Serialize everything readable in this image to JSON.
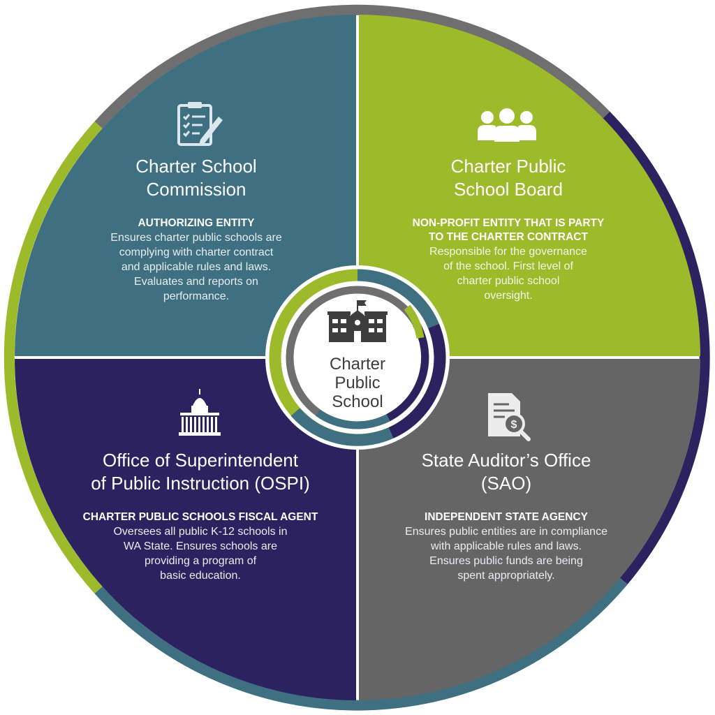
{
  "colors": {
    "teal": "#3e7082",
    "green": "#9cba2a",
    "navy": "#2d2260",
    "gray": "#656565",
    "ring_gray": "#6f6f6f",
    "ring_teal": "#3e7082",
    "center_text": "#3d3d3d"
  },
  "center": {
    "label": "Charter\nPublic\nSchool",
    "icon": "school-building-icon"
  },
  "quadrants": {
    "top_left": {
      "icon": "clipboard-checklist-icon",
      "title": "Charter School\nCommission",
      "subtitle": "AUTHORIZING ENTITY",
      "description": "Ensures charter public schools are\ncomplying with charter contract\nand applicable rules and laws.\nEvaluates and reports on\nperformance."
    },
    "top_right": {
      "icon": "people-group-icon",
      "title": "Charter Public\nSchool Board",
      "subtitle": "NON-PROFIT ENTITY THAT IS PARTY\nTO THE CHARTER CONTRACT",
      "description": "Responsible for the governance\nof the school. First level of\ncharter public school\noversight."
    },
    "bottom_left": {
      "icon": "capitol-building-icon",
      "title": "Office of Superintendent\nof Public Instruction (OSPI)",
      "subtitle": "CHARTER PUBLIC SCHOOLS FISCAL AGENT",
      "description": "Oversees all public K-12 schools in\nWA State. Ensures schools are\nproviding a program of\nbasic education."
    },
    "bottom_right": {
      "icon": "audit-document-magnifier-icon",
      "title": "State Auditor’s Office\n(SAO)",
      "subtitle": "INDEPENDENT STATE AGENCY",
      "description": "Ensures public entities are in compliance\nwith applicable rules and laws.\nEnsures public funds are being\nspent appropriately."
    }
  }
}
